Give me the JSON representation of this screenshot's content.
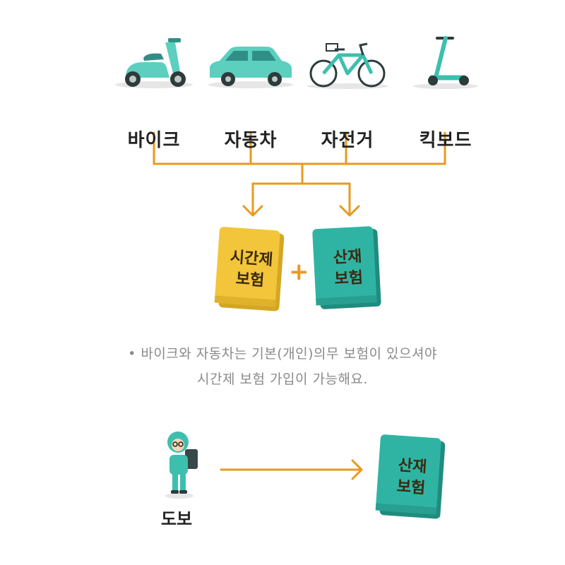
{
  "vehicles": [
    {
      "label": "바이크",
      "icon": "scooter-icon"
    },
    {
      "label": "자동차",
      "icon": "car-icon"
    },
    {
      "label": "자전거",
      "icon": "bicycle-icon"
    },
    {
      "label": "킥보드",
      "icon": "kickboard-icon"
    }
  ],
  "books": {
    "part_time_insurance": {
      "line1": "시간제",
      "line2": "보험",
      "color": "#f2c53a"
    },
    "industrial_accident_insurance": {
      "line1": "산재",
      "line2": "보험",
      "color": "#2fb4a4"
    },
    "plus": "+"
  },
  "note": {
    "bullet": "•",
    "line1": "바이크와 자동차는 기본(개인)의무 보험이 있으셔야",
    "line2": "시간제 보험 가입이 가능해요."
  },
  "walker": {
    "label": "도보",
    "icon": "walking-courier-icon"
  },
  "walker_book": {
    "line1": "산재",
    "line2": "보험"
  },
  "colors": {
    "accent": "#e89a1f",
    "teal": "#3dbfae",
    "yellow": "#f2c53a"
  }
}
